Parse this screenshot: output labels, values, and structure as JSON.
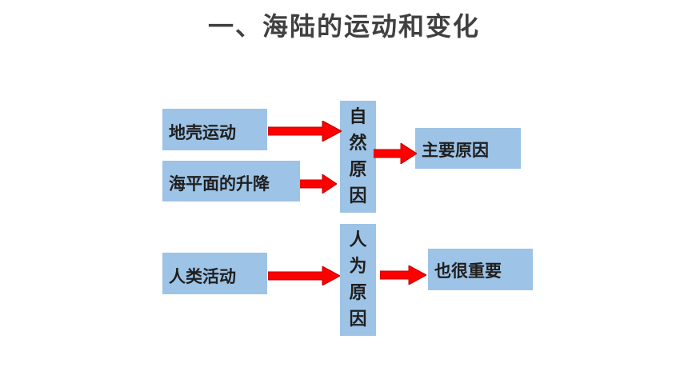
{
  "title": "一、海陆的运动和变化",
  "colors": {
    "box_fill": "#9dc3e6",
    "arrow_fill": "#ff0000",
    "arrow_shade": "#c00000",
    "title_color": "#404040"
  },
  "boxes": {
    "crust_movement": "地壳运动",
    "sea_level_change": "海平面的升降",
    "natural_cause": [
      "自",
      "然",
      "原",
      "因"
    ],
    "main_cause": "主要原因",
    "human_activity": "人类活动",
    "human_cause": [
      "人",
      "为",
      "原",
      "因"
    ],
    "also_important": "也很重要"
  }
}
